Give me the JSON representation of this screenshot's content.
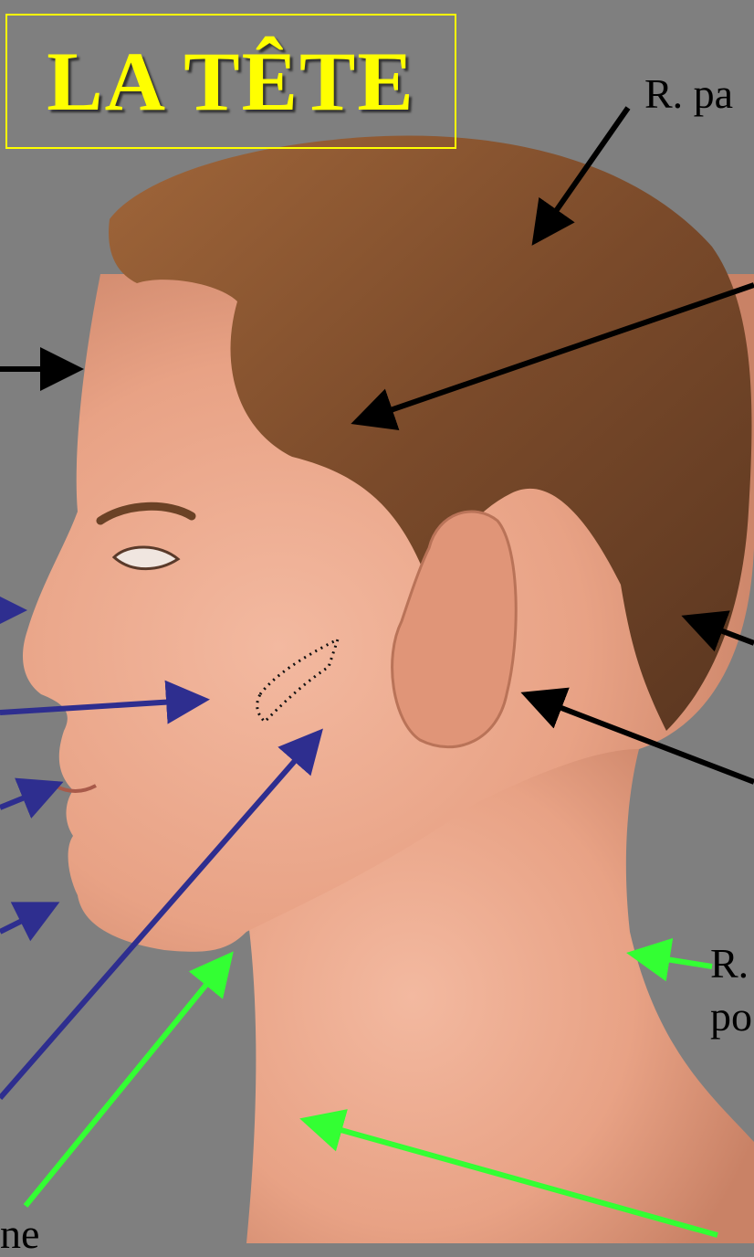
{
  "slide": {
    "title": "LA TÊTE",
    "labels": {
      "parietal": "R. pa",
      "posterior_r": "R.",
      "posterior_po": "po",
      "bottom_left": "ne"
    },
    "colors": {
      "background": "#7f7f7f",
      "title": "#ffff00",
      "arrow_black": "#000000",
      "arrow_blue": "#2e2e8f",
      "arrow_green": "#33ff33"
    }
  }
}
